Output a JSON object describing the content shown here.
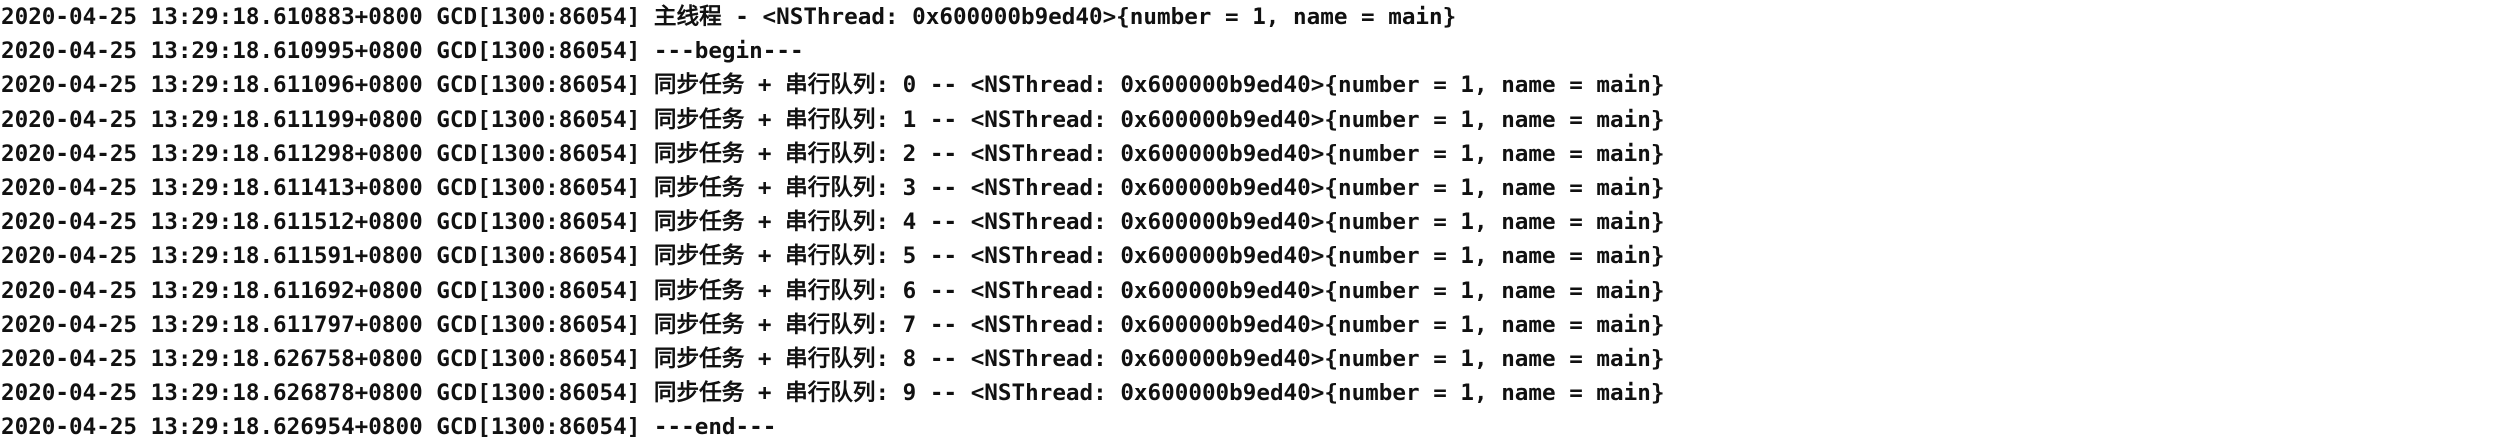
{
  "console": {
    "lines": [
      "2020-04-25 13:29:18.610883+0800 GCD[1300:86054] 主线程 - <NSThread: 0x600000b9ed40>{number = 1, name = main}",
      "2020-04-25 13:29:18.610995+0800 GCD[1300:86054] ---begin---",
      "2020-04-25 13:29:18.611096+0800 GCD[1300:86054] 同步任务 + 串行队列: 0 -- <NSThread: 0x600000b9ed40>{number = 1, name = main}",
      "2020-04-25 13:29:18.611199+0800 GCD[1300:86054] 同步任务 + 串行队列: 1 -- <NSThread: 0x600000b9ed40>{number = 1, name = main}",
      "2020-04-25 13:29:18.611298+0800 GCD[1300:86054] 同步任务 + 串行队列: 2 -- <NSThread: 0x600000b9ed40>{number = 1, name = main}",
      "2020-04-25 13:29:18.611413+0800 GCD[1300:86054] 同步任务 + 串行队列: 3 -- <NSThread: 0x600000b9ed40>{number = 1, name = main}",
      "2020-04-25 13:29:18.611512+0800 GCD[1300:86054] 同步任务 + 串行队列: 4 -- <NSThread: 0x600000b9ed40>{number = 1, name = main}",
      "2020-04-25 13:29:18.611591+0800 GCD[1300:86054] 同步任务 + 串行队列: 5 -- <NSThread: 0x600000b9ed40>{number = 1, name = main}",
      "2020-04-25 13:29:18.611692+0800 GCD[1300:86054] 同步任务 + 串行队列: 6 -- <NSThread: 0x600000b9ed40>{number = 1, name = main}",
      "2020-04-25 13:29:18.611797+0800 GCD[1300:86054] 同步任务 + 串行队列: 7 -- <NSThread: 0x600000b9ed40>{number = 1, name = main}",
      "2020-04-25 13:29:18.626758+0800 GCD[1300:86054] 同步任务 + 串行队列: 8 -- <NSThread: 0x600000b9ed40>{number = 1, name = main}",
      "2020-04-25 13:29:18.626878+0800 GCD[1300:86054] 同步任务 + 串行队列: 9 -- <NSThread: 0x600000b9ed40>{number = 1, name = main}",
      "2020-04-25 13:29:18.626954+0800 GCD[1300:86054] ---end---"
    ]
  }
}
